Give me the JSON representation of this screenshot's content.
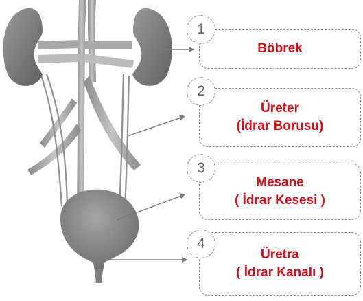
{
  "labels": [
    {
      "number": "1",
      "lines": [
        "Böbrek"
      ]
    },
    {
      "number": "2",
      "lines": [
        "Üreter",
        "(İdrar Borusu)"
      ]
    },
    {
      "number": "3",
      "lines": [
        "Mesane",
        "( İdrar Kesesi )"
      ]
    },
    {
      "number": "4",
      "lines": [
        "Üretra",
        "( İdrar Kanalı )"
      ]
    }
  ],
  "colors": {
    "label_text": "#d0101a",
    "organ_fill": "#8c8c8c",
    "organ_dark": "#6a6a6a",
    "vessel_fill": "#a8a8a8",
    "outline": "#8a8a8a"
  }
}
